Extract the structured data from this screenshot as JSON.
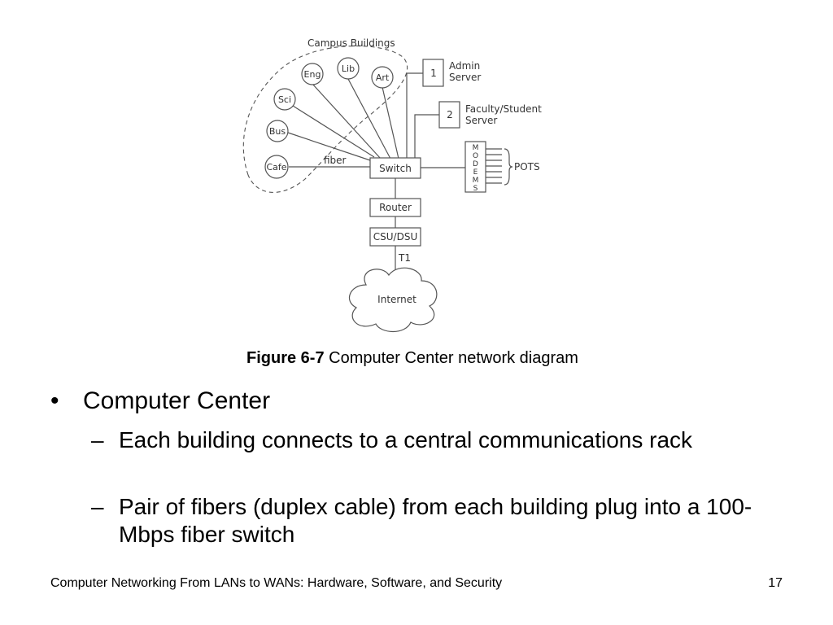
{
  "diagram": {
    "group_label": "Campus Buildings",
    "buildings": [
      "Eng",
      "Lib",
      "Art",
      "Sci",
      "Bus",
      "Cafe"
    ],
    "fiber_label": "fiber",
    "switch_label": "Switch",
    "router_label": "Router",
    "csu_label": "CSU/DSU",
    "t1_label": "T1",
    "internet_label": "Internet",
    "servers": [
      {
        "number": "1",
        "name_line1": "Admin",
        "name_line2": "Server"
      },
      {
        "number": "2",
        "name_line1": "Faculty/Student",
        "name_line2": "Server"
      }
    ],
    "modem_letters": [
      "M",
      "O",
      "D",
      "E",
      "M",
      "S"
    ],
    "pots_label": "POTS"
  },
  "caption": {
    "figure_number": "Figure 6-7",
    "text": " Computer Center network diagram"
  },
  "bullets": {
    "main": "Computer Center",
    "bullet_mark": "•",
    "dash_mark": "–",
    "sub": [
      "Each building connects to a central communications rack",
      "Pair of fibers (duplex cable) from each building plug into a 100-Mbps fiber switch"
    ]
  },
  "footer": {
    "text": "Computer Networking From LANs to WANs: Hardware, Software, and Security",
    "page_number": "17"
  }
}
